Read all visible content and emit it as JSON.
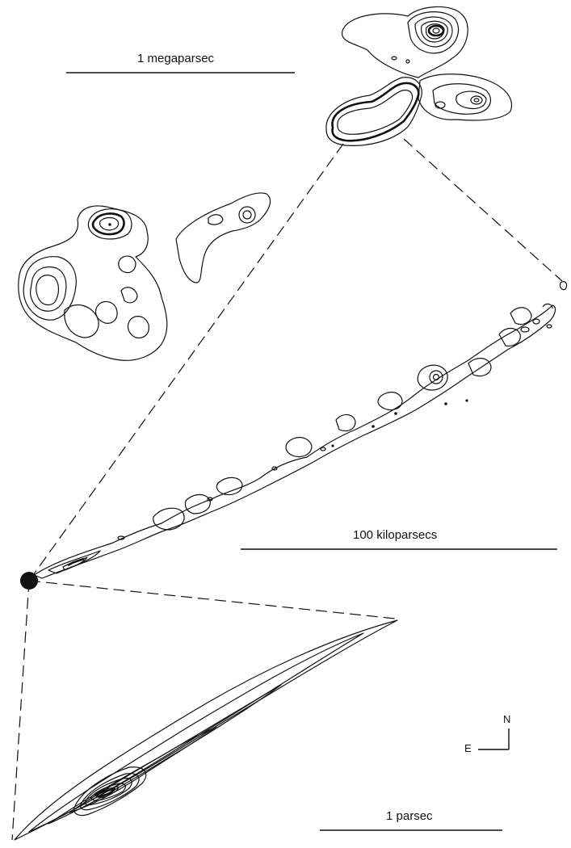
{
  "scales": {
    "megaparsec": "1 megaparsec",
    "kiloparsecs": "100 kiloparsecs",
    "parsec": "1 parsec"
  },
  "compass": {
    "north": "N",
    "east": "E"
  }
}
